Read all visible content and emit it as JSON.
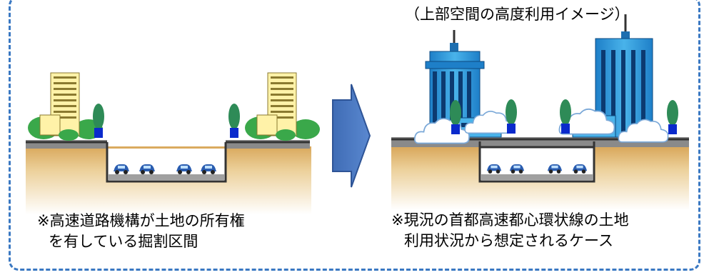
{
  "image_title": "（上部空間の高度利用イメージ）",
  "left_caption": {
    "line1": "※高速道路機構が土地の所有権",
    "line2": "を有している掘割区間"
  },
  "right_caption": {
    "line1": "※現況の首都高速都心環状線の土地",
    "line2": "利用状況から想定されるケース"
  },
  "colors": {
    "frame": "#3a78c2",
    "arrow": "#4a78c0",
    "soil_top": "#e8c88a",
    "soil_bottom": "#ffffff",
    "tower": "#3399dd",
    "tree": "#2e8b57",
    "car": "#2a5db0"
  },
  "icons": [
    "apartment-icon",
    "tree-icon",
    "car-icon",
    "office-tower-icon",
    "cloud-icon",
    "arrow-right-icon"
  ]
}
